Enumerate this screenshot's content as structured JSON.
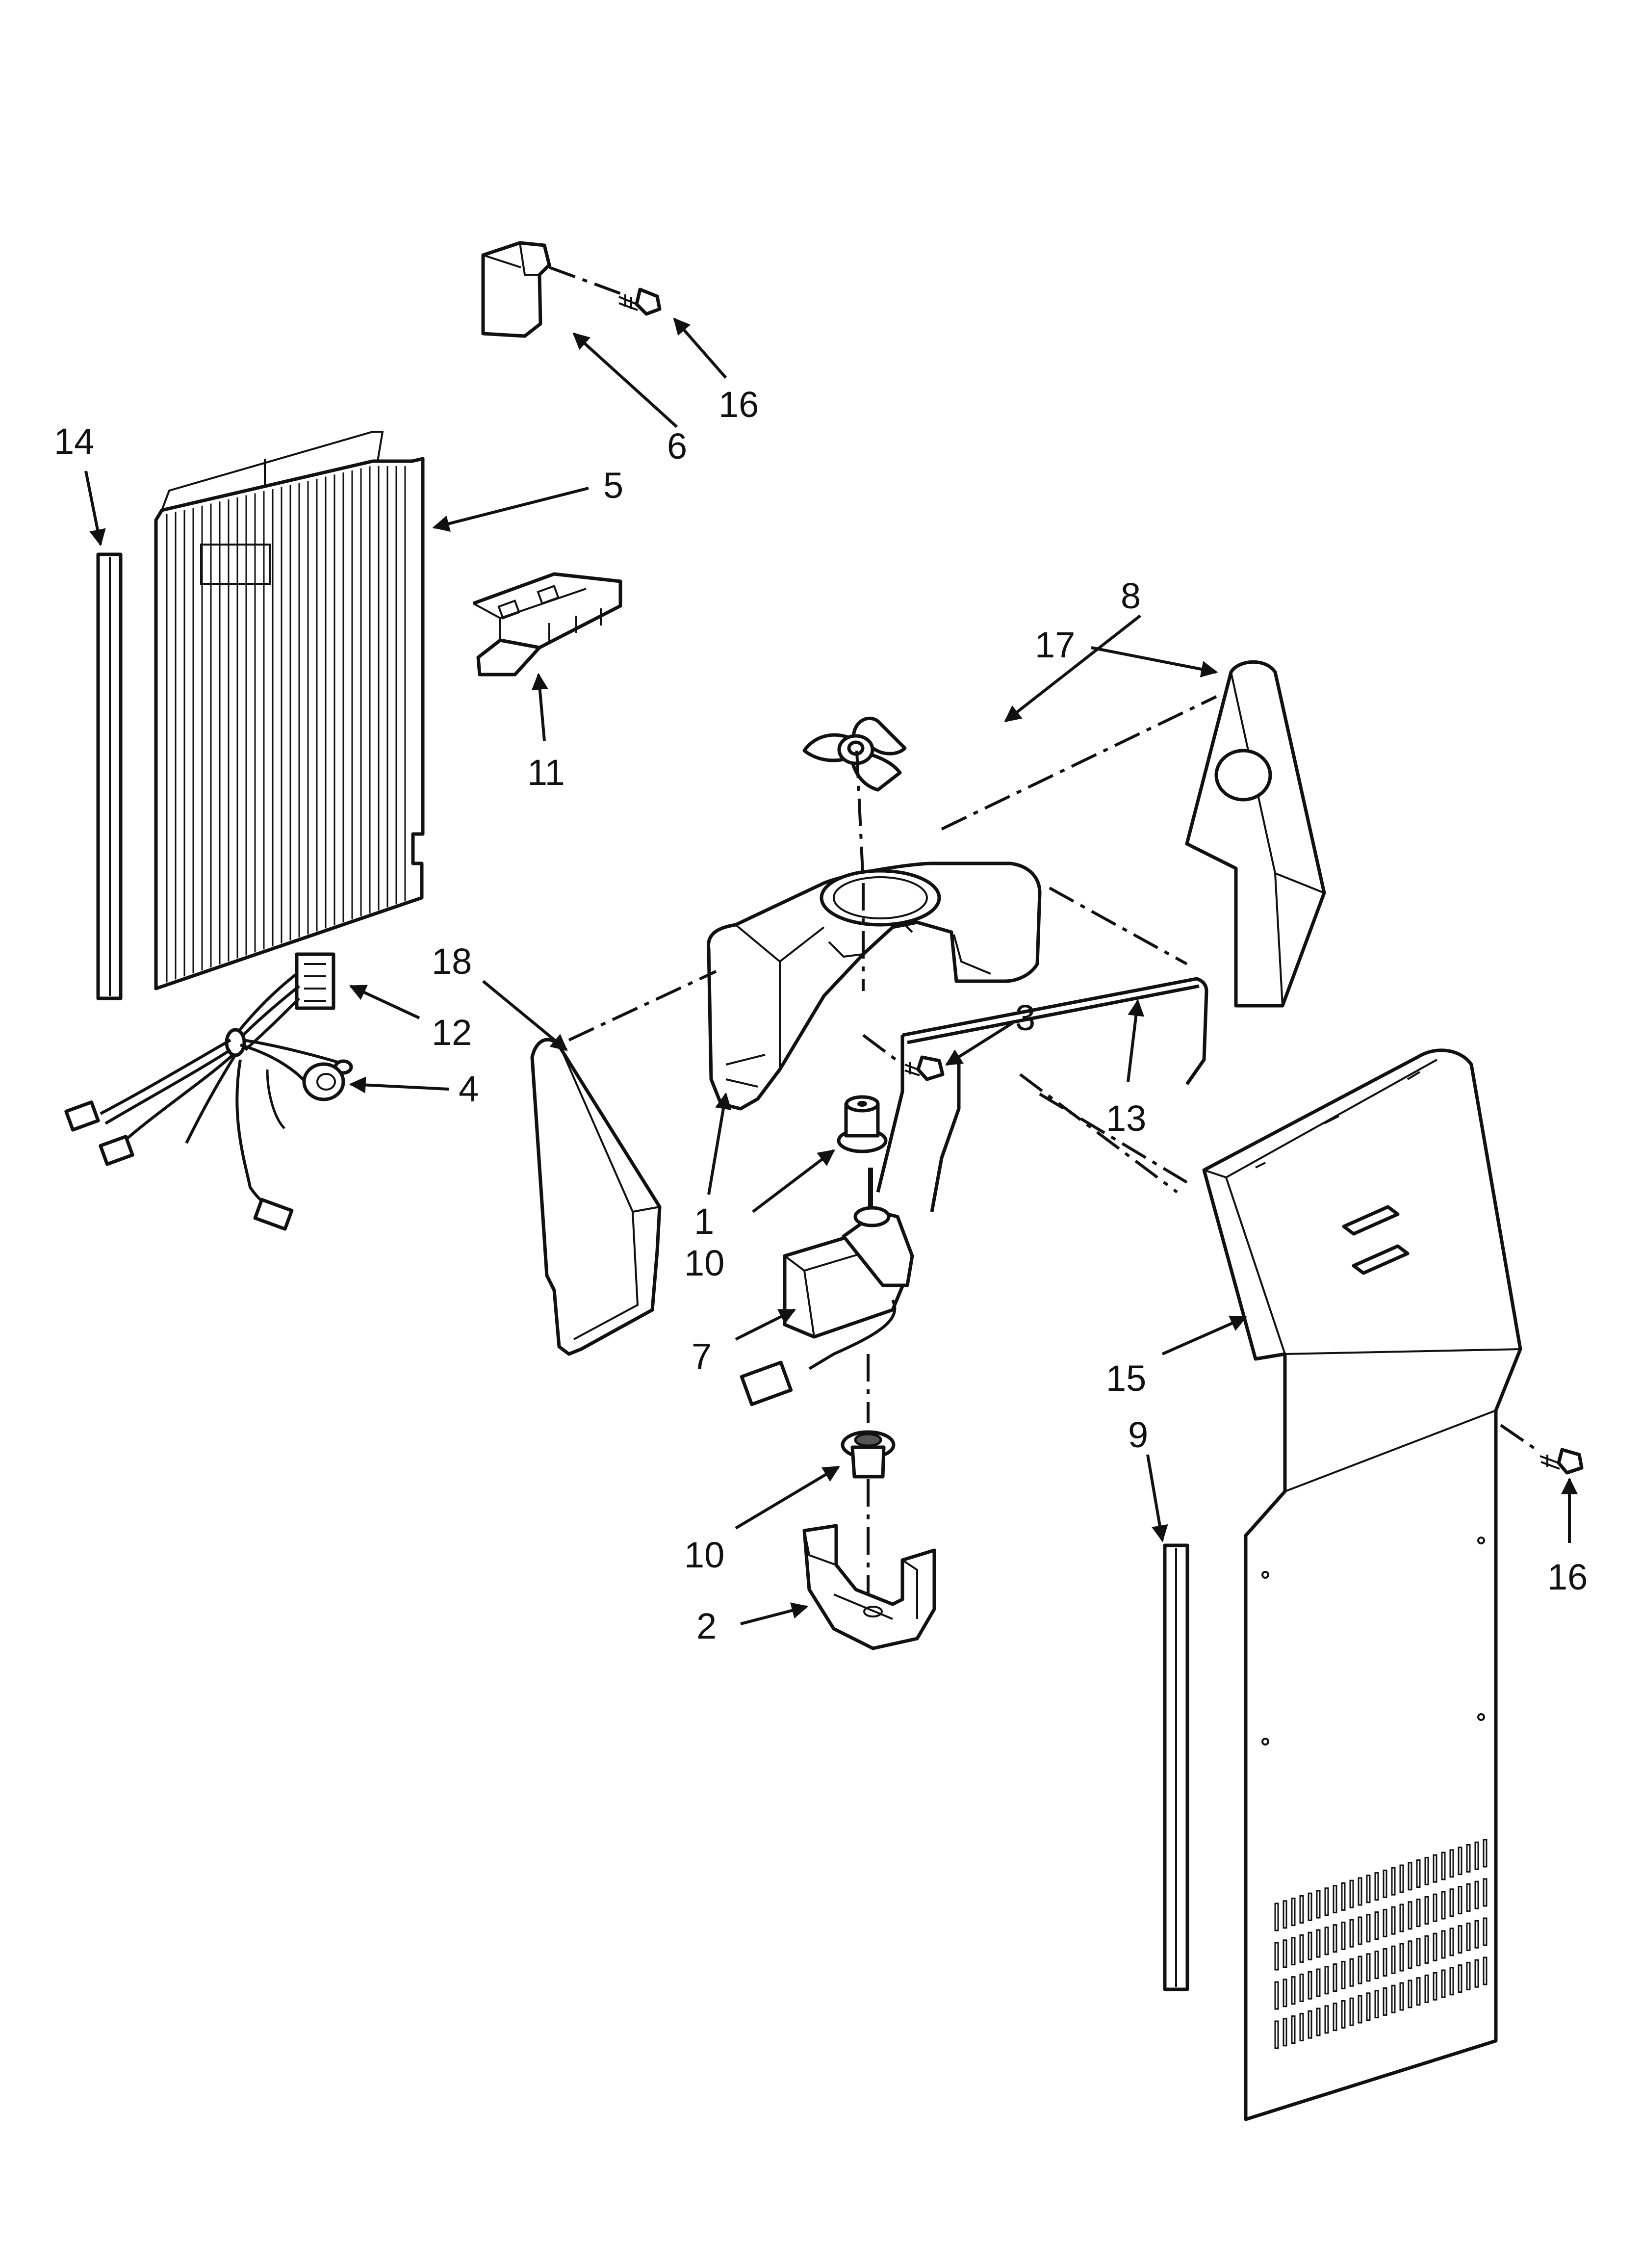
{
  "diagram": {
    "callouts": [
      {
        "id": "1",
        "label": "1"
      },
      {
        "id": "2",
        "label": "2"
      },
      {
        "id": "3",
        "label": "3"
      },
      {
        "id": "4",
        "label": "4"
      },
      {
        "id": "5",
        "label": "5"
      },
      {
        "id": "6",
        "label": "6"
      },
      {
        "id": "7",
        "label": "7"
      },
      {
        "id": "8",
        "label": "8"
      },
      {
        "id": "9",
        "label": "9"
      },
      {
        "id": "10a",
        "label": "10"
      },
      {
        "id": "10b",
        "label": "10"
      },
      {
        "id": "11",
        "label": "11"
      },
      {
        "id": "12",
        "label": "12"
      },
      {
        "id": "13",
        "label": "13"
      },
      {
        "id": "14",
        "label": "14"
      },
      {
        "id": "15",
        "label": "15"
      },
      {
        "id": "16a",
        "label": "16"
      },
      {
        "id": "16b",
        "label": "16"
      },
      {
        "id": "17",
        "label": "17"
      },
      {
        "id": "18",
        "label": "18"
      }
    ]
  }
}
